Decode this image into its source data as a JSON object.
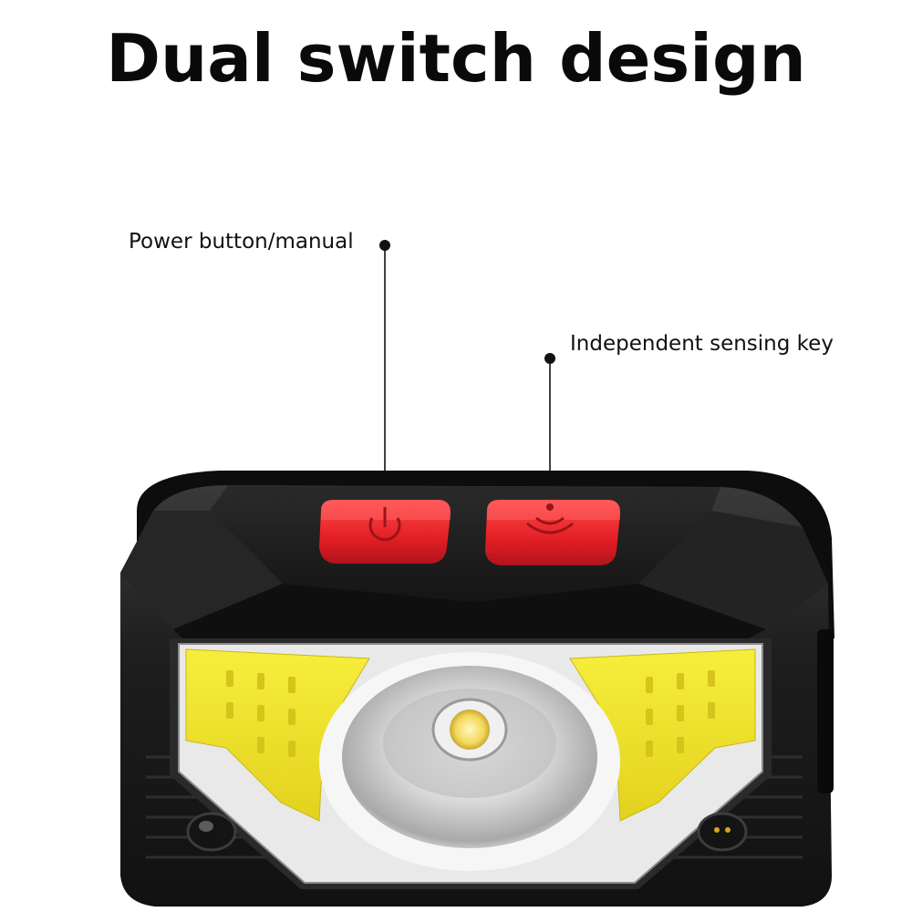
{
  "title": "Dual switch design",
  "callouts": {
    "power": "Power button/manual",
    "sensing": "Independent sensing key"
  },
  "colors": {
    "body": "#1c1c1c",
    "button": "#e8242a",
    "cob_led": "#f2e52a",
    "lens": "#f4f4f4",
    "center_led": "#f6e58a"
  }
}
